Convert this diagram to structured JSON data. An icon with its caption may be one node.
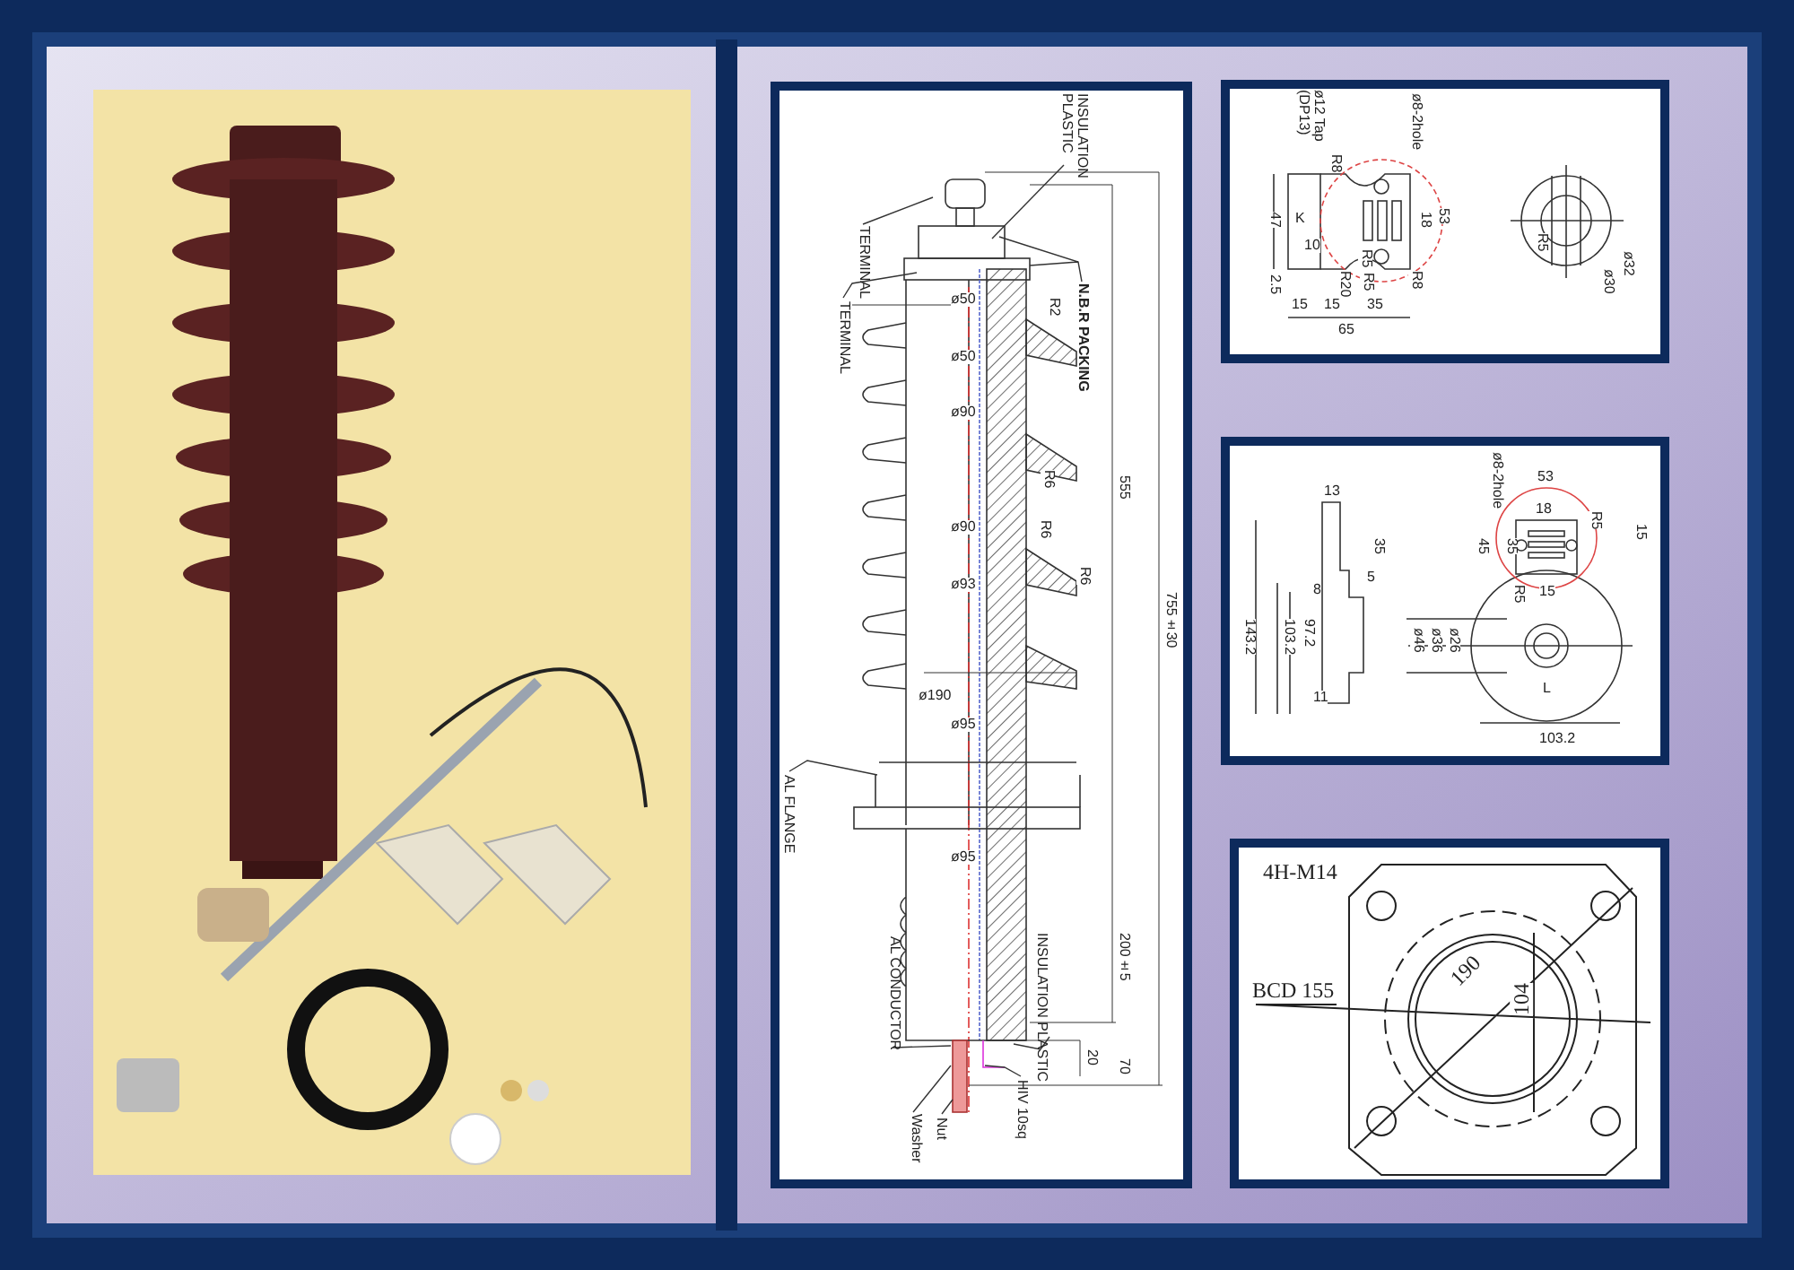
{
  "diagram": {
    "nodes": [
      {
        "text": [
          "INSULATION PLASTIC"
        ]
      },
      {
        "text": [
          "TERMINAL"
        ]
      },
      {
        "text": [
          "TERMINAL"
        ]
      },
      {
        "text": [
          "N.B.R PACKING"
        ]
      },
      {
        "text": [
          "AL FLANGE"
        ]
      },
      {
        "text": [
          "INSULATION PLASTIC"
        ]
      },
      {
        "text": [
          "AL CONDUCTOR"
        ]
      },
      {
        "text": [
          "Washer"
        ]
      },
      {
        "text": [
          "Nut"
        ]
      },
      {
        "text": [
          "HIV 10sq"
        ]
      }
    ],
    "edges": [
      {
        "from": 0,
        "to": null,
        "arrow": "none"
      },
      {
        "from": 1,
        "to": null,
        "arrow": "none"
      },
      {
        "from": 2,
        "to": null,
        "arrow": "none"
      },
      {
        "from": 3,
        "to": null,
        "arrow": "none"
      },
      {
        "from": 4,
        "to": null,
        "arrow": "none"
      },
      {
        "from": 5,
        "to": null,
        "arrow": "none"
      },
      {
        "from": 6,
        "to": null,
        "arrow": "none"
      },
      {
        "from": 7,
        "to": null,
        "arrow": "none"
      },
      {
        "from": 8,
        "to": null,
        "arrow": "none"
      },
      {
        "from": 9,
        "to": null,
        "arrow": "none"
      }
    ],
    "labels": [
      "ø50",
      "ø50",
      "ø90",
      "ø90",
      "ø93",
      "ø190",
      "ø95",
      "ø95",
      "R2",
      "R6",
      "R6",
      "R6",
      "555",
      "755±30",
      "200±5",
      "20",
      "70",
      "ø12 Tap (DP13)",
      "ø8-2hole",
      "R8",
      "53",
      "18",
      "47",
      "K",
      "10",
      "R20",
      "R5",
      "R5",
      "R8",
      "2.5",
      "15",
      "15",
      "35",
      "65",
      "R5",
      "ø32",
      "ø30",
      "13",
      "ø8-2hole",
      "53",
      "18",
      "R5",
      "15",
      "35",
      "35",
      "45",
      "8",
      "5",
      "R5",
      "15",
      "143.2",
      "103.2",
      "97.2",
      "ø46",
      "ø36",
      "ø26",
      "11",
      "L",
      "103.2",
      "4H-M14",
      "BCD 155",
      "190",
      "104"
    ]
  }
}
